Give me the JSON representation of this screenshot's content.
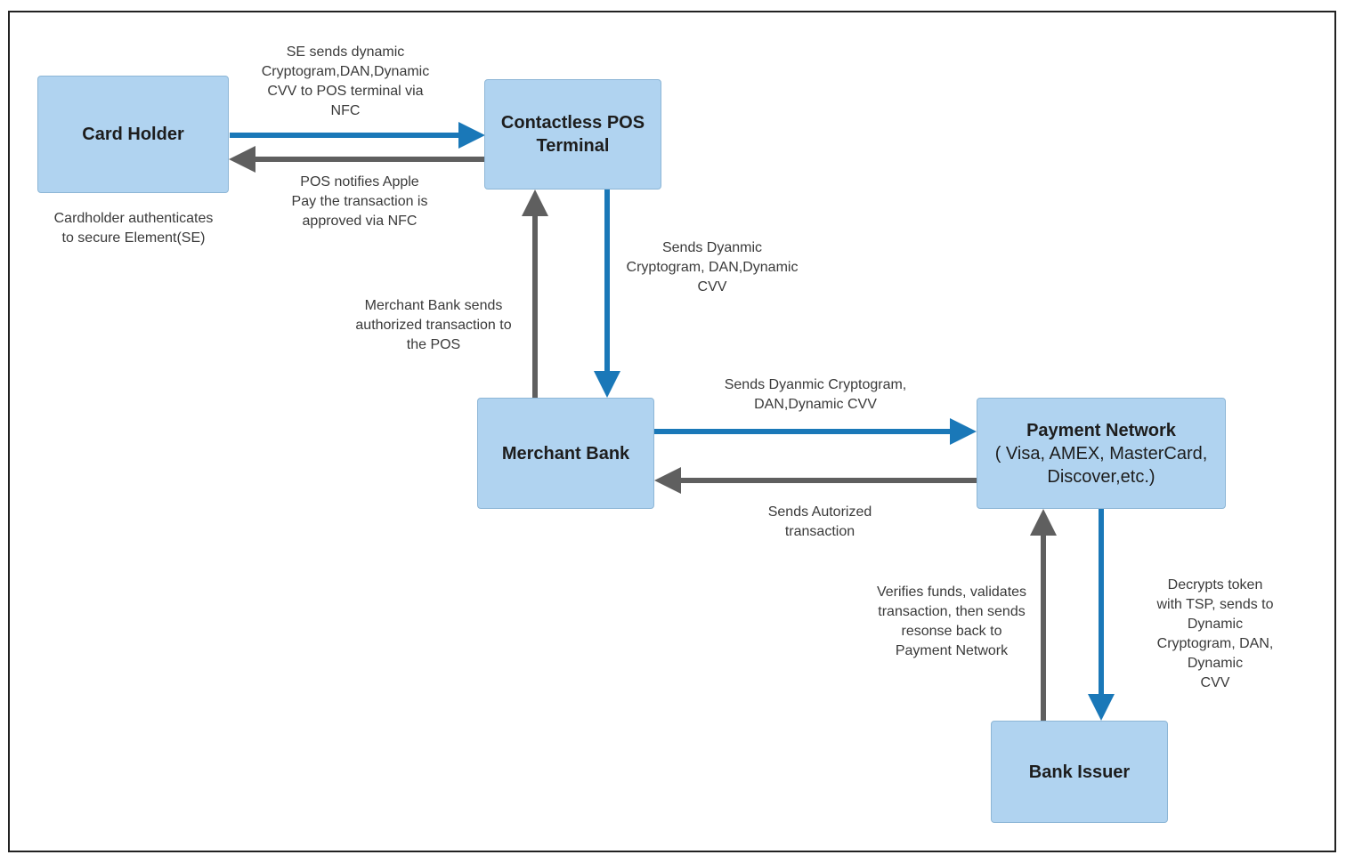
{
  "colors": {
    "node_fill": "#b0d3f0",
    "node_border": "#8db6d6",
    "forward_arrow": "#1a78b8",
    "return_arrow": "#5f5f5f"
  },
  "nodes": {
    "card_holder": "Card Holder",
    "pos_terminal": "Contactless POS\nTerminal",
    "merchant_bank": "Merchant Bank",
    "payment_network_title": "Payment Network",
    "payment_network_sub": "( Visa, AMEX, MasterCard,\nDiscover,etc.)",
    "bank_issuer": "Bank Issuer"
  },
  "labels": {
    "se_sends": "SE sends dynamic\nCryptogram,DAN,Dynamic\nCVV to POS terminal via\nNFC",
    "pos_notifies": "POS notifies Apple\nPay the transaction is\napproved via NFC",
    "cardholder_auth": "Cardholder authenticates\nto secure Element(SE)",
    "sends_dyanmic_1": "Sends Dyanmic\nCryptogram, DAN,Dynamic\nCVV",
    "merchant_sends": "Merchant Bank sends\nauthorized transaction to\nthe POS",
    "sends_dyanmic_2": "Sends Dyanmic Cryptogram,\nDAN,Dynamic CVV",
    "sends_autorized": "Sends Autorized\ntransaction",
    "verifies_funds": "Verifies funds, validates\ntransaction, then sends\nresonse back to\nPayment Network",
    "decrypts_token": "Decrypts token\nwith TSP, sends to\nDynamic\nCryptogram, DAN,\nDynamic\nCVV"
  }
}
